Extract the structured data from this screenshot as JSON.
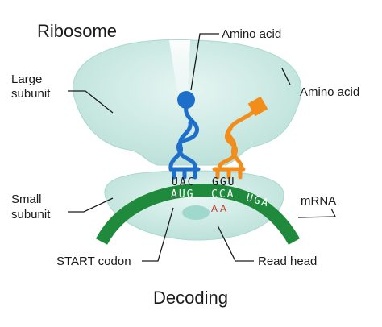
{
  "title": "Ribosome",
  "caption": "Decoding",
  "labels": {
    "amino_acid_top": "Amino acid",
    "amino_acid_right": "Amino acid",
    "large_subunit_line1": "Large",
    "large_subunit_line2": "subunit",
    "small_subunit_line1": "Small",
    "small_subunit_line2": "subunit",
    "mrna": "mRNA",
    "start_codon": "START codon",
    "read_head": "Read head"
  },
  "codons": {
    "anticodon_blue": "UAC",
    "anticodon_orange": "GGU",
    "mrna_1": "AUG",
    "mrna_2": "CCA",
    "mrna_3": "UGA",
    "read_head_marks": "AA"
  },
  "colors": {
    "ribosome_fill": "#c9e8e2",
    "ribosome_stroke": "#8fcfc4",
    "mrna": "#1f8a3c",
    "trna_blue": "#1e6fc9",
    "trna_orange": "#f28c1a",
    "read_head": "#9fd8cc",
    "aa_marks": "#c0392b"
  },
  "icons": {
    "amino_acid_blue": "circle",
    "amino_acid_orange": "square"
  }
}
